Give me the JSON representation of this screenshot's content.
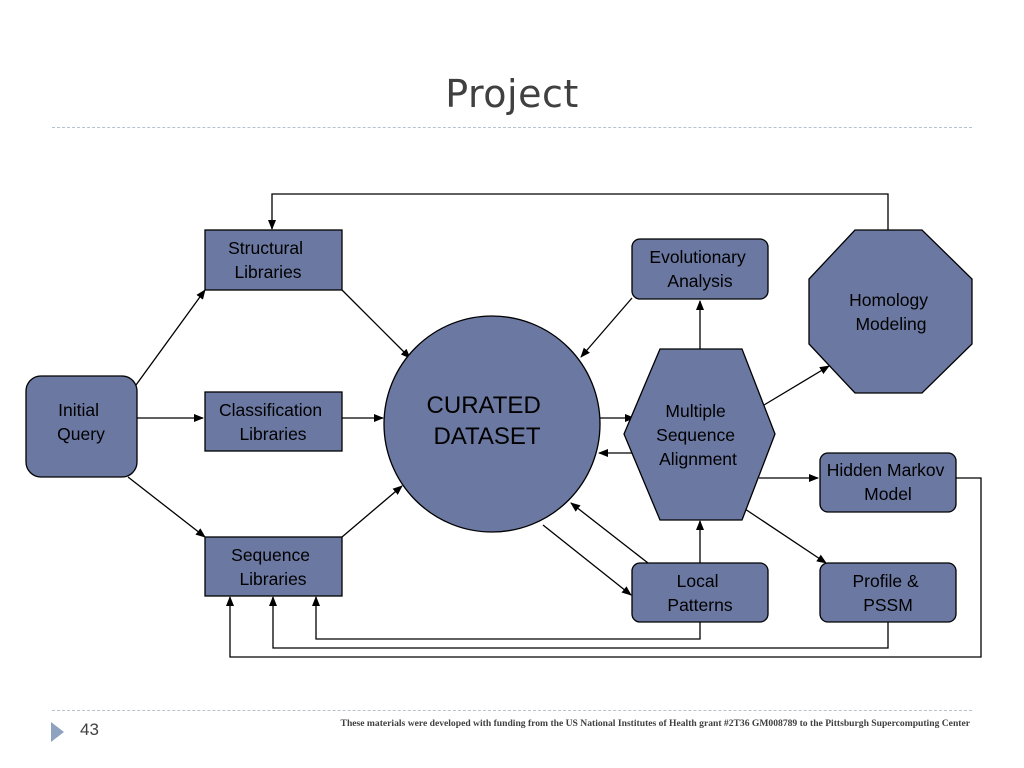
{
  "slide": {
    "title": "Project",
    "page_number": "43",
    "footer_note": "These materials were developed with funding from the US National Institutes of Health grant #2T36 GM008789 to the Pittsburgh Supercomputing Center"
  },
  "colors": {
    "node_fill": "#6b78a1",
    "node_stroke": "#000000",
    "rule": "#b6c2cf",
    "footer_arrow": "#8fa2bf"
  },
  "nodes": {
    "initial_query": {
      "lines": [
        "Initial",
        "Query"
      ],
      "shape": "rounded-rectangle"
    },
    "structural_libraries": {
      "lines": [
        "Structural",
        "Libraries"
      ],
      "shape": "rectangle"
    },
    "classification_libraries": {
      "lines": [
        "Classification",
        "Libraries"
      ],
      "shape": "rectangle"
    },
    "sequence_libraries": {
      "lines": [
        "Sequence",
        "Libraries"
      ],
      "shape": "rectangle"
    },
    "curated_dataset": {
      "lines": [
        "CURATED",
        "DATASET"
      ],
      "shape": "circle"
    },
    "multiple_sequence_alignment": {
      "lines": [
        "Multiple",
        "Sequence",
        "Alignment"
      ],
      "shape": "hexagon"
    },
    "evolutionary_analysis": {
      "lines": [
        "Evolutionary",
        "Analysis"
      ],
      "shape": "rounded-rectangle"
    },
    "homology_modeling": {
      "lines": [
        "Homology",
        "Modeling"
      ],
      "shape": "octagon"
    },
    "hidden_markov_model": {
      "lines": [
        "Hidden Markov",
        "Model"
      ],
      "shape": "rounded-rectangle"
    },
    "local_patterns": {
      "lines": [
        "Local",
        "Patterns"
      ],
      "shape": "rounded-rectangle"
    },
    "profile_pssm": {
      "lines": [
        "Profile &",
        "PSSM"
      ],
      "shape": "rounded-rectangle"
    }
  },
  "edges": [
    {
      "from": "initial_query",
      "to": "structural_libraries"
    },
    {
      "from": "initial_query",
      "to": "classification_libraries"
    },
    {
      "from": "initial_query",
      "to": "sequence_libraries"
    },
    {
      "from": "structural_libraries",
      "to": "curated_dataset"
    },
    {
      "from": "classification_libraries",
      "to": "curated_dataset"
    },
    {
      "from": "sequence_libraries",
      "to": "curated_dataset"
    },
    {
      "from": "curated_dataset",
      "to": "multiple_sequence_alignment"
    },
    {
      "from": "multiple_sequence_alignment",
      "to": "curated_dataset"
    },
    {
      "from": "evolutionary_analysis",
      "to": "curated_dataset"
    },
    {
      "from": "multiple_sequence_alignment",
      "to": "evolutionary_analysis"
    },
    {
      "from": "multiple_sequence_alignment",
      "to": "homology_modeling"
    },
    {
      "from": "multiple_sequence_alignment",
      "to": "hidden_markov_model"
    },
    {
      "from": "multiple_sequence_alignment",
      "to": "profile_pssm"
    },
    {
      "from": "local_patterns",
      "to": "multiple_sequence_alignment"
    },
    {
      "from": "curated_dataset",
      "to": "local_patterns"
    },
    {
      "from": "local_patterns",
      "to": "curated_dataset"
    },
    {
      "from": "homology_modeling",
      "to": "structural_libraries"
    },
    {
      "from": "hidden_markov_model",
      "to": "sequence_libraries"
    },
    {
      "from": "profile_pssm",
      "to": "sequence_libraries"
    },
    {
      "from": "local_patterns",
      "to": "sequence_libraries"
    }
  ]
}
